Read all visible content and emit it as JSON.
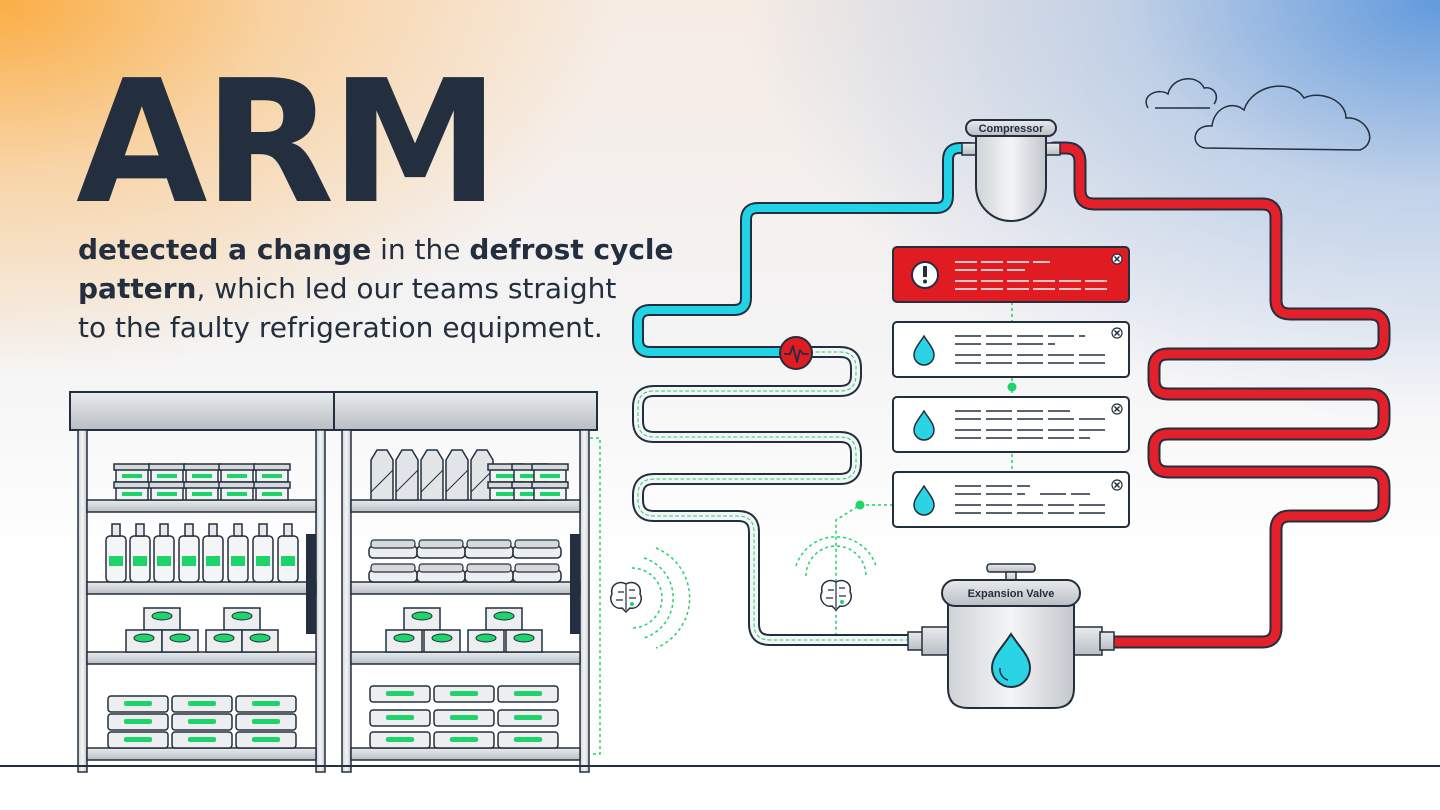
{
  "headline": {
    "title": "ARM",
    "line1_bold1": "detected a change",
    "line1_plain": " in the ",
    "line1_bold2": "defrost cycle",
    "line2_bold": "pattern",
    "line2_plain": ", which led our teams straight",
    "line3": "to the faulty refrigeration equipment."
  },
  "diagram": {
    "compressor_label": "Compressor",
    "expansion_valve_label": "Expansion Valve"
  },
  "colors": {
    "navy": "#232f3e",
    "cold_line": "#22d3e6",
    "hot_line": "#e4212b",
    "alert_red": "#e11b22",
    "accent_green": "#1ed36a",
    "water_drop": "#2ad4e4"
  },
  "icons": [
    "alert-icon",
    "close-icon",
    "water-drop-icon",
    "brain-icon",
    "pulse-icon",
    "cloud-icon"
  ]
}
